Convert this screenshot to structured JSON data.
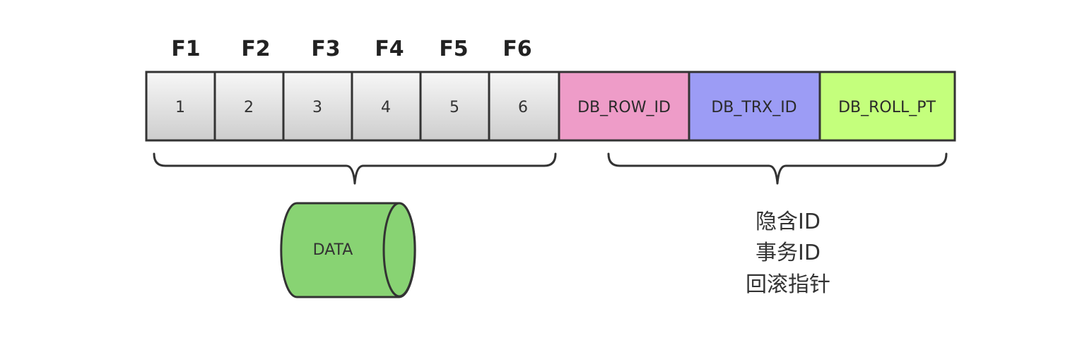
{
  "fields": [
    {
      "header": "F1",
      "value": "1"
    },
    {
      "header": "F2",
      "value": "2"
    },
    {
      "header": "F3",
      "value": "3"
    },
    {
      "header": "F4",
      "value": "4"
    },
    {
      "header": "F5",
      "value": "5"
    },
    {
      "header": "F6",
      "value": "6"
    }
  ],
  "hidden_columns": [
    {
      "label": "DB_ROW_ID",
      "color": "#ee9cc8"
    },
    {
      "label": "DB_TRX_ID",
      "color": "#9c9cf5"
    },
    {
      "label": "DB_ROLL_PT",
      "color": "#c4ff7c"
    }
  ],
  "data_store": {
    "label": "DATA",
    "color": "#88d373"
  },
  "hidden_note": {
    "lines": [
      "隐含ID",
      "事务ID",
      "回滚指针"
    ]
  },
  "colors": {
    "cell_gradient_top": "#f7f7f7",
    "cell_gradient_bottom": "#cdcdcd",
    "border": "#333333"
  }
}
